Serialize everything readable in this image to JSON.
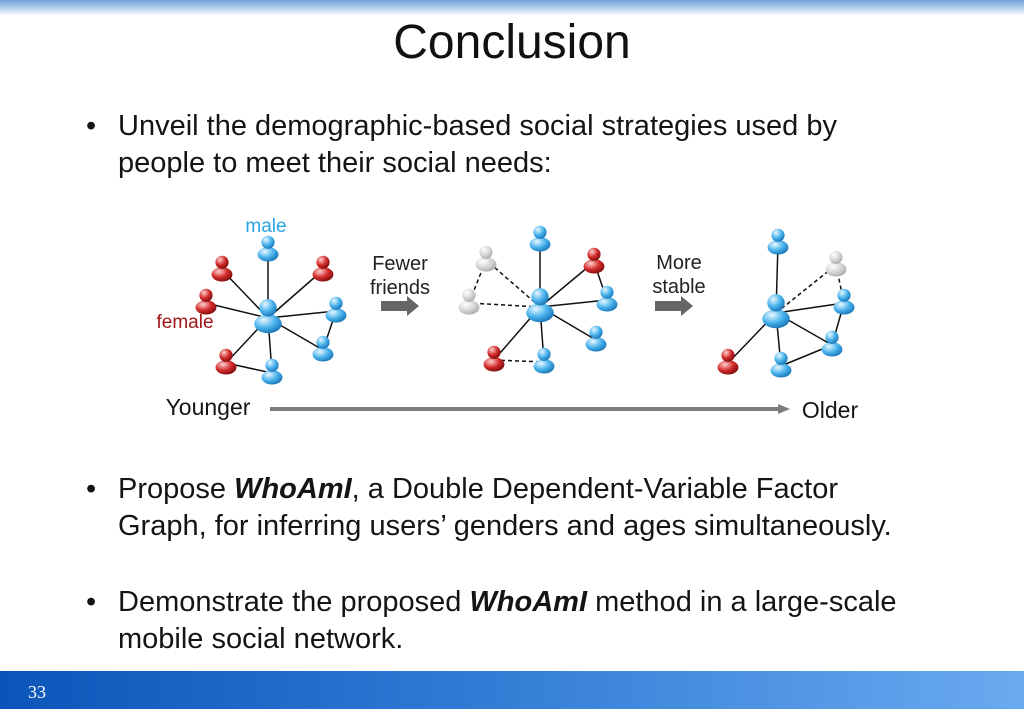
{
  "slide": {
    "title": "Conclusion",
    "page_number": "33"
  },
  "bullets": [
    {
      "lines": [
        "Unveil the demographic-based social strategies used by",
        "people to meet their social needs:"
      ]
    },
    {
      "pre": "Propose ",
      "em": "WhoAmI",
      "post": ", a Double Dependent-Variable Factor",
      "line2": "Graph, for inferring users’ genders and ages simultaneously."
    },
    {
      "pre": "Demonstrate the proposed ",
      "em": "WhoAmI",
      "post": " method in a large-scale",
      "line2": "mobile social network."
    }
  ],
  "diagram": {
    "label_male": "male",
    "label_female": "female",
    "arrow1_line1": "Fewer",
    "arrow1_line2": "friends",
    "arrow2_line1": "More",
    "arrow2_line2": "stable",
    "axis_left": "Younger",
    "axis_right": "Older",
    "colors": {
      "male": "#49b3ec",
      "female": "#c41e1e",
      "inactive": "#cfcfcf",
      "label_male": "#2aa3e6",
      "label_female": "#a01818"
    }
  }
}
